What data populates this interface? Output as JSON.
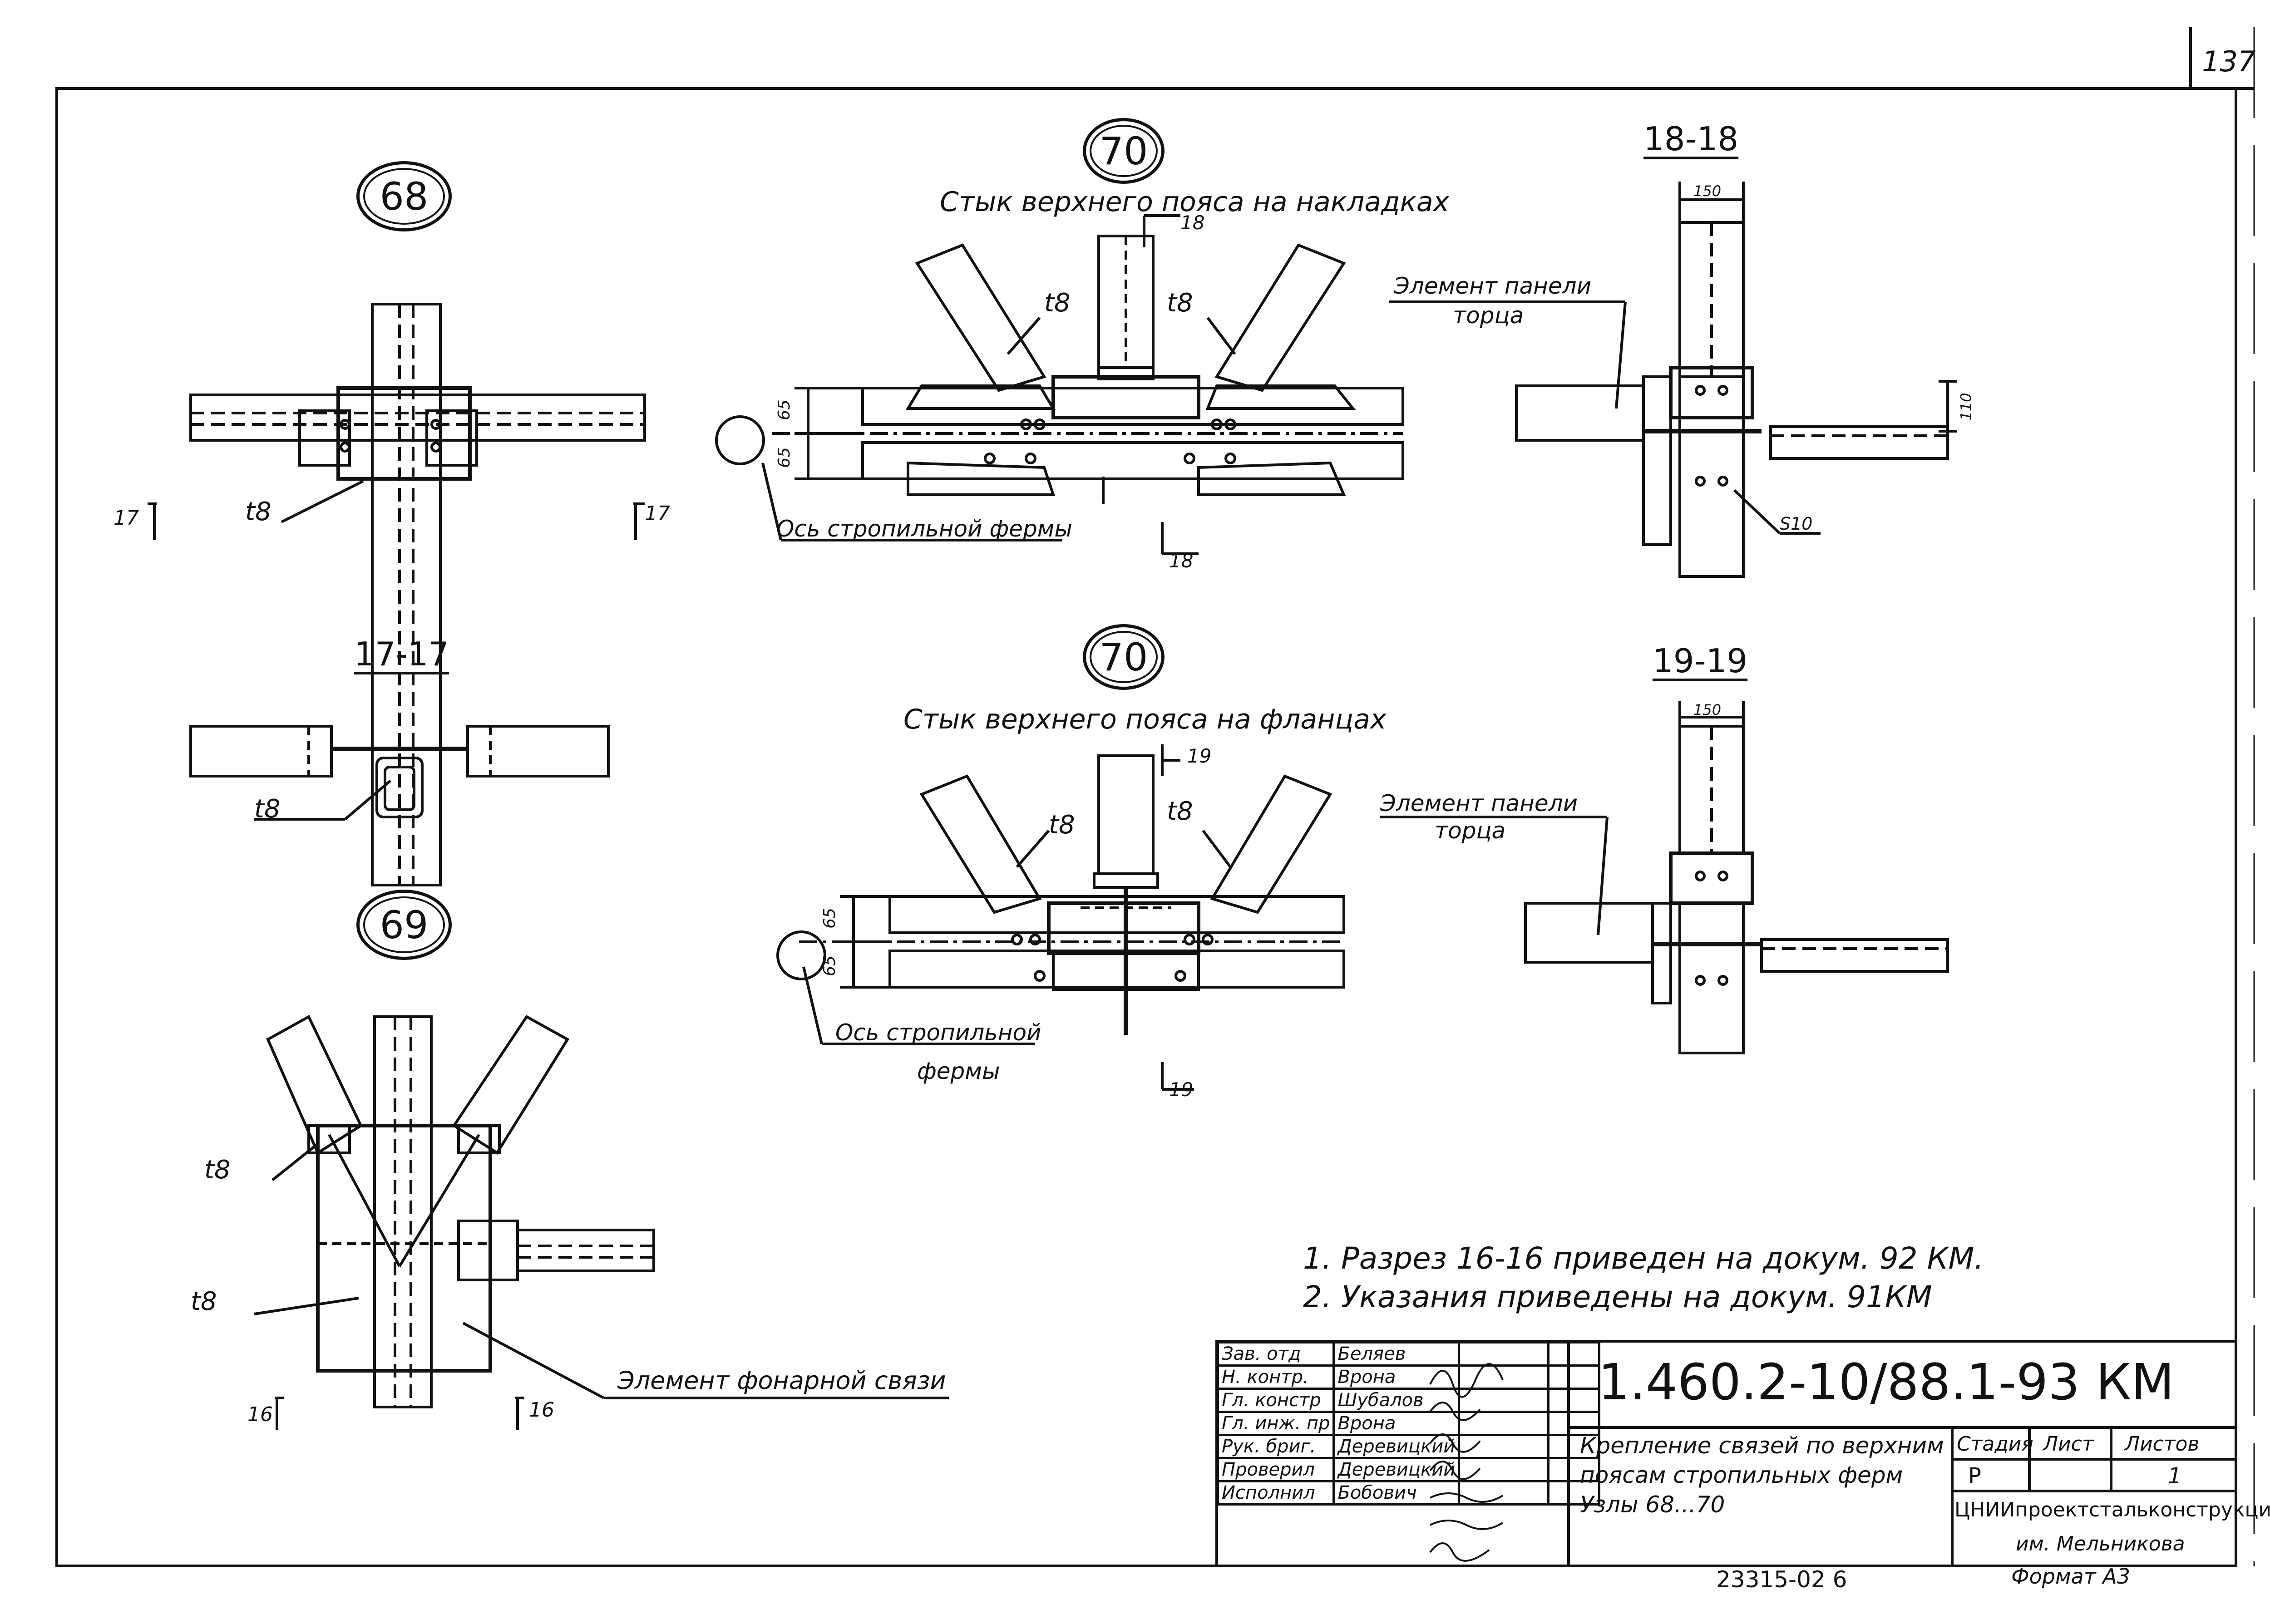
{
  "sheet_number": "137",
  "node_68": {
    "marker": "68",
    "plate": "t8",
    "section_mark": "17"
  },
  "section_17_17": {
    "title": "17-17",
    "plate": "t8"
  },
  "node_69": {
    "marker": "69",
    "plate_top": "t8",
    "plate_mid": "t8",
    "section_mark": "16",
    "element_label": "Элемент фонарной связи"
  },
  "node_70a": {
    "marker": "70",
    "title": "Стык верхнего пояса на накладках",
    "section_mark": "18",
    "plate_left": "t8",
    "plate_right": "t8",
    "dim_top": "65",
    "dim_bottom": "65",
    "axis_label": "Ось стропильной фермы"
  },
  "node_70b": {
    "marker": "70",
    "title": "Стык верхнего пояса на фланцах",
    "section_mark": "19",
    "plate_left": "t8",
    "plate_right": "t8",
    "dim_top": "65",
    "dim_bottom": "65",
    "axis_label_1": "Ось стропильной",
    "axis_label_2": "фермы"
  },
  "section_18_18": {
    "title": "18-18",
    "dim_150": "150",
    "dim_110": "110",
    "plate": "S10",
    "element_label_1": "Элемент панели",
    "element_label_2": "торца"
  },
  "section_19_19": {
    "title": "19-19",
    "dim_150": "150",
    "element_label_1": "Элемент панели",
    "element_label_2": "торца"
  },
  "notes": [
    "1. Разрез 16-16 приведен на докум. 92 КМ.",
    "2. Указания приведены на докум. 91КМ"
  ],
  "title_block": {
    "code": "1.460.2-10/88.1-93 КМ",
    "description": [
      "Крепление связей по верхним",
      "поясам стропильных ферм",
      "Узлы   68...70"
    ],
    "roles": [
      {
        "role": "Зав. отд",
        "name": "Беляев"
      },
      {
        "role": "Н. контр.",
        "name": "Врона"
      },
      {
        "role": "Гл. констр",
        "name": "Шубалов"
      },
      {
        "role": "Гл. инж. пр",
        "name": "Врона"
      },
      {
        "role": "Рук. бриг.",
        "name": "Деревицкий"
      },
      {
        "role": "Проверил",
        "name": "Деревицкий"
      },
      {
        "role": "Исполнил",
        "name": "Бобович"
      }
    ],
    "stage_header": "Стадия",
    "sheet_header": "Лист",
    "sheets_header": "Листов",
    "stage": "Р",
    "sheets": "1",
    "org_1": "ЦНИИпроектстальконструкция",
    "org_2": "им. Мельникова",
    "format": "Формат А3",
    "inventory": "23315-02   6"
  }
}
